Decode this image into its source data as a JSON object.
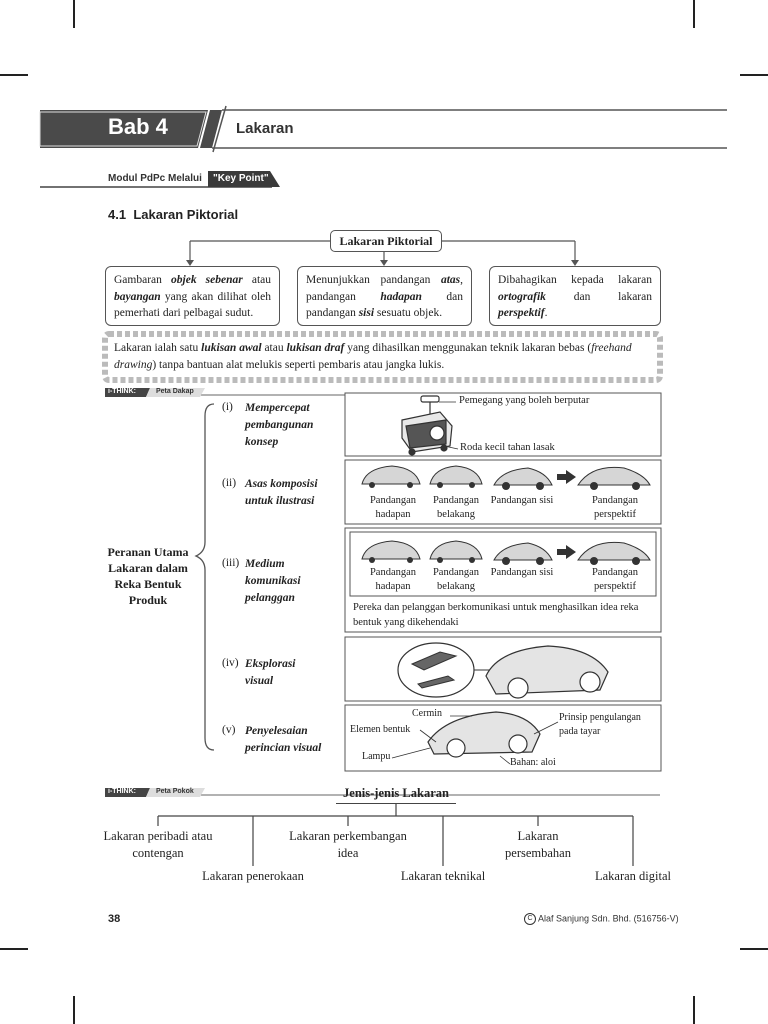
{
  "header": {
    "chapter": "Bab 4",
    "title": "Lakaran",
    "module_prefix": "Modul PdPc Melalui",
    "module_tag": "\"Key Point\""
  },
  "section": {
    "number": "4.1",
    "title": "Lakaran Piktorial"
  },
  "pictorial": {
    "root": "Lakaran Piktorial",
    "box1": {
      "t1": "Gambaran ",
      "h1": "objek sebenar",
      "t2": " atau ",
      "h2": "bayangan",
      "t3": " yang akan dilihat oleh pemerhati dari pelbagai sudut."
    },
    "box2": {
      "t1": "Menunjukkan pandangan ",
      "h1": "atas",
      "t2": ", pandangan ",
      "h2": "hadapan",
      "t3": " dan pandangan ",
      "h3": "sisi",
      "t4": " sesuatu objek."
    },
    "box3": {
      "t1": "Dibahagikan kepada lakaran ",
      "h1": "ortografik",
      "t2": " dan lakaran ",
      "h2": "perspektif",
      "t3": "."
    },
    "definition": {
      "t1": "Lakaran ialah satu ",
      "h1": "lukisan awal",
      "t2": " atau ",
      "h2": "lukisan draf",
      "t3": " yang dihasilkan menggunakan teknik lakaran bebas (",
      "i1": "freehand drawing",
      "t4": ") tanpa bantuan alat melukis seperti pembaris atau jangka lukis."
    }
  },
  "ithink1": {
    "brand": "i-THINK:",
    "map": "Peta Dakap"
  },
  "ithink2": {
    "brand": "i-THINK:",
    "map": "Peta Pokok"
  },
  "roles": {
    "center": "Peranan Utama Lakaran dalam Reka Bentuk Produk",
    "items": [
      {
        "num": "(i)",
        "label": "Mempercepat pembangunan konsep"
      },
      {
        "num": "(ii)",
        "label": "Asas komposisi untuk ilustrasi"
      },
      {
        "num": "(iii)",
        "label": "Medium komunikasi pelanggan"
      },
      {
        "num": "(iv)",
        "label": "Eksplorasi visual"
      },
      {
        "num": "(v)",
        "label": "Penyelesaian perincian visual"
      }
    ],
    "panel1": {
      "top": "Pemegang yang boleh berputar",
      "bottom": "Roda kecil tahan lasak"
    },
    "views": [
      "Pandangan hadapan",
      "Pandangan belakang",
      "Pandangan sisi",
      "Pandangan perspektif"
    ],
    "panel3_caption": "Pereka dan pelanggan berkomunikasi untuk menghasilkan idea reka bentuk yang dikehendaki",
    "panel5": {
      "cermin": "Cermin",
      "elemen": "Elemen bentuk",
      "lampu": "Lampu",
      "prinsip": "Prinsip pengulangan pada tayar",
      "bahan": "Bahan: aloi"
    }
  },
  "types": {
    "title": "Jenis-jenis Lakaran",
    "items": [
      "Lakaran peribadi atau contengan",
      "Lakaran penerokaan",
      "Lakaran perkembangan idea",
      "Lakaran teknikal",
      "Lakaran persembahan",
      "Lakaran digital"
    ]
  },
  "footer": {
    "page": "38",
    "copyright": "Alaf Sanjung Sdn. Bhd. (516756-V)"
  }
}
